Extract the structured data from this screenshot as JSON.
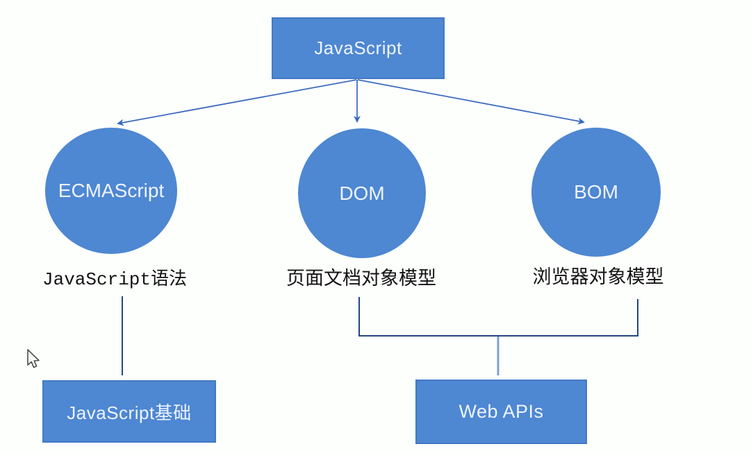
{
  "diagram": {
    "root": {
      "label": "JavaScript"
    },
    "branches": [
      {
        "id": "ecmascript",
        "label": "ECMAScript",
        "caption": "JavaScript语法"
      },
      {
        "id": "dom",
        "label": "DOM",
        "caption": "页面文档对象模型"
      },
      {
        "id": "bom",
        "label": "BOM",
        "caption": "浏览器对象模型"
      }
    ],
    "groups": [
      {
        "id": "js-foundation",
        "label": "JavaScript基础"
      },
      {
        "id": "web-apis",
        "label": "Web APIs"
      }
    ],
    "colors": {
      "shape_fill": "#4e87d2",
      "shape_border": "#4379c4",
      "arrow_connector": "#3a6abe",
      "bracket_line": "#24457e",
      "stem_line": "#7f9fd8",
      "text_on_shape": "#eef4fc",
      "caption_text": "#131313",
      "background": "#fdfffd"
    }
  }
}
